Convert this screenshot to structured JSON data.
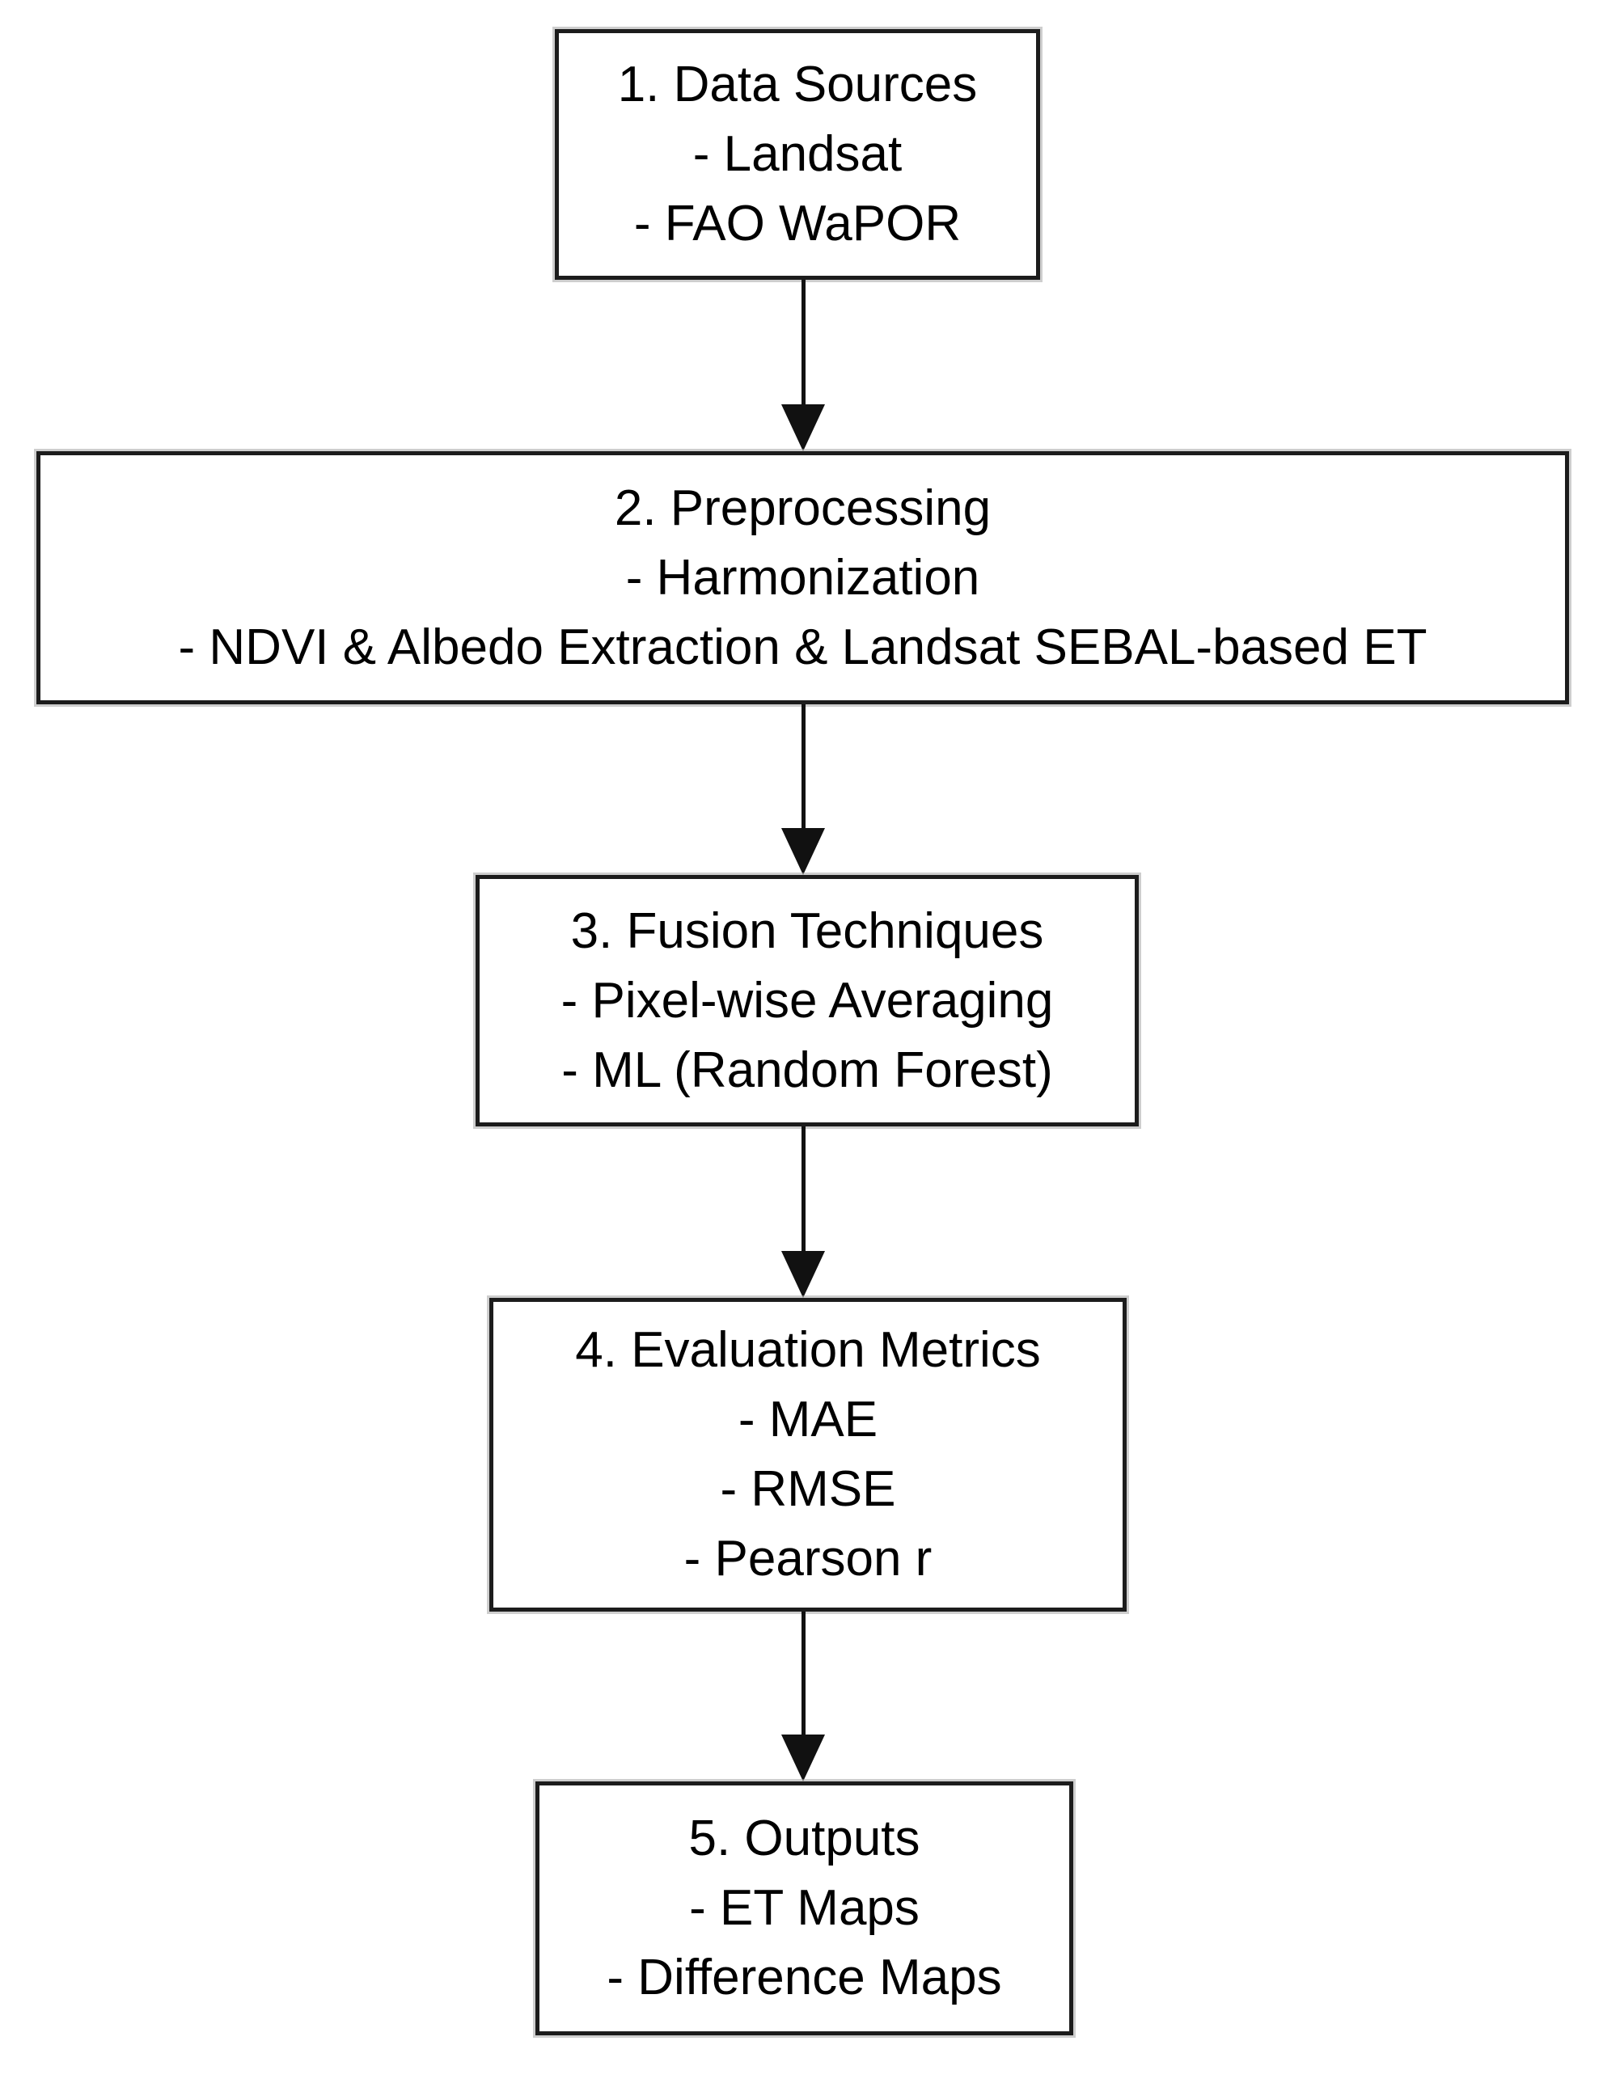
{
  "flowchart": {
    "colors": {
      "box_border": "#1c1c1c",
      "box_background": "#ffffff",
      "text": "#000000",
      "arrow": "#111111"
    },
    "boxes": [
      {
        "title": "1. Data Sources",
        "items": [
          "- Landsat",
          "- FAO WaPOR"
        ]
      },
      {
        "title": "2. Preprocessing",
        "items": [
          "- Harmonization",
          "- NDVI & Albedo Extraction & Landsat SEBAL-based ET"
        ]
      },
      {
        "title": "3. Fusion Techniques",
        "items": [
          "- Pixel-wise Averaging",
          "- ML (Random Forest)"
        ]
      },
      {
        "title": "4. Evaluation Metrics",
        "items": [
          "- MAE",
          "- RMSE",
          "- Pearson r"
        ]
      },
      {
        "title": "5. Outputs",
        "items": [
          "- ET Maps",
          "- Difference Maps"
        ]
      }
    ]
  }
}
